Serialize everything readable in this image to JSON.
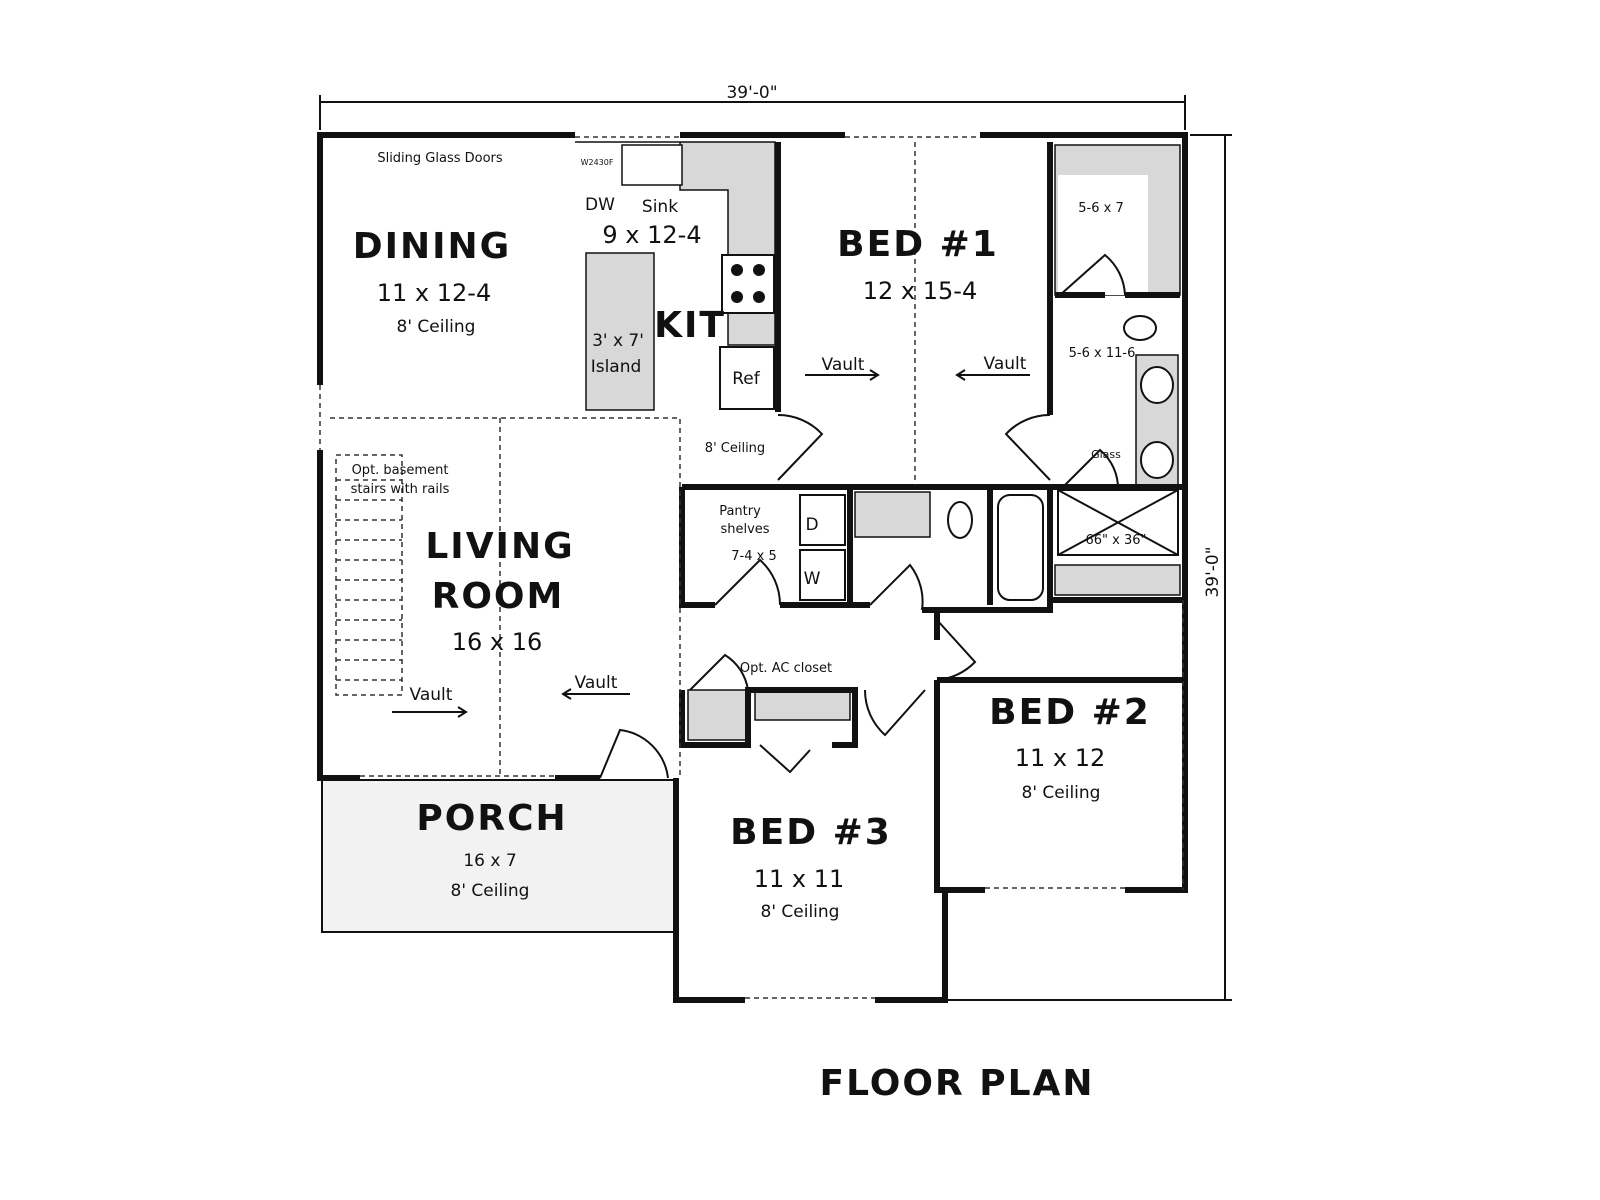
{
  "title": "FLOOR PLAN",
  "dimensions": {
    "width": "39'-0\"",
    "depth": "39'-0\""
  },
  "rooms": {
    "dining": {
      "name": "DINING",
      "size": "11 x 12-4",
      "ceiling": "8' Ceiling",
      "note": "Sliding Glass Doors"
    },
    "kitchen": {
      "name": "KIT",
      "size": "9 x 12-4",
      "dw": "DW",
      "sink": "Sink",
      "cabinet": "W2430F",
      "island_size": "3' x 7'",
      "island": "Island",
      "ref": "Ref",
      "ceiling": "8' Ceiling"
    },
    "bed1": {
      "name": "BED #1",
      "size": "12 x 15-4",
      "vault_left": "Vault",
      "vault_right": "Vault"
    },
    "closet1": {
      "size": "5-6 x 7"
    },
    "master_bath": {
      "size": "5-6 x 11-6",
      "glass": "Glass",
      "shower": "66\" x 36\""
    },
    "living": {
      "name1": "LIVING",
      "name2": "ROOM",
      "size": "16 x 16",
      "vault_left": "Vault",
      "vault_right": "Vault",
      "stairs1": "Opt. basement",
      "stairs2": "stairs with rails"
    },
    "pantry": {
      "name1": "Pantry",
      "name2": "shelves",
      "size": "7-4 x 5",
      "dryer": "D",
      "washer": "W"
    },
    "ac": {
      "label": "Opt. AC closet"
    },
    "bed2": {
      "name": "BED #2",
      "size": "11 x 12",
      "ceiling": "8' Ceiling"
    },
    "bed3": {
      "name": "BED #3",
      "size": "11 x 11",
      "ceiling": "8' Ceiling"
    },
    "porch": {
      "name": "PORCH",
      "size": "16 x 7",
      "ceiling": "8' Ceiling"
    }
  }
}
